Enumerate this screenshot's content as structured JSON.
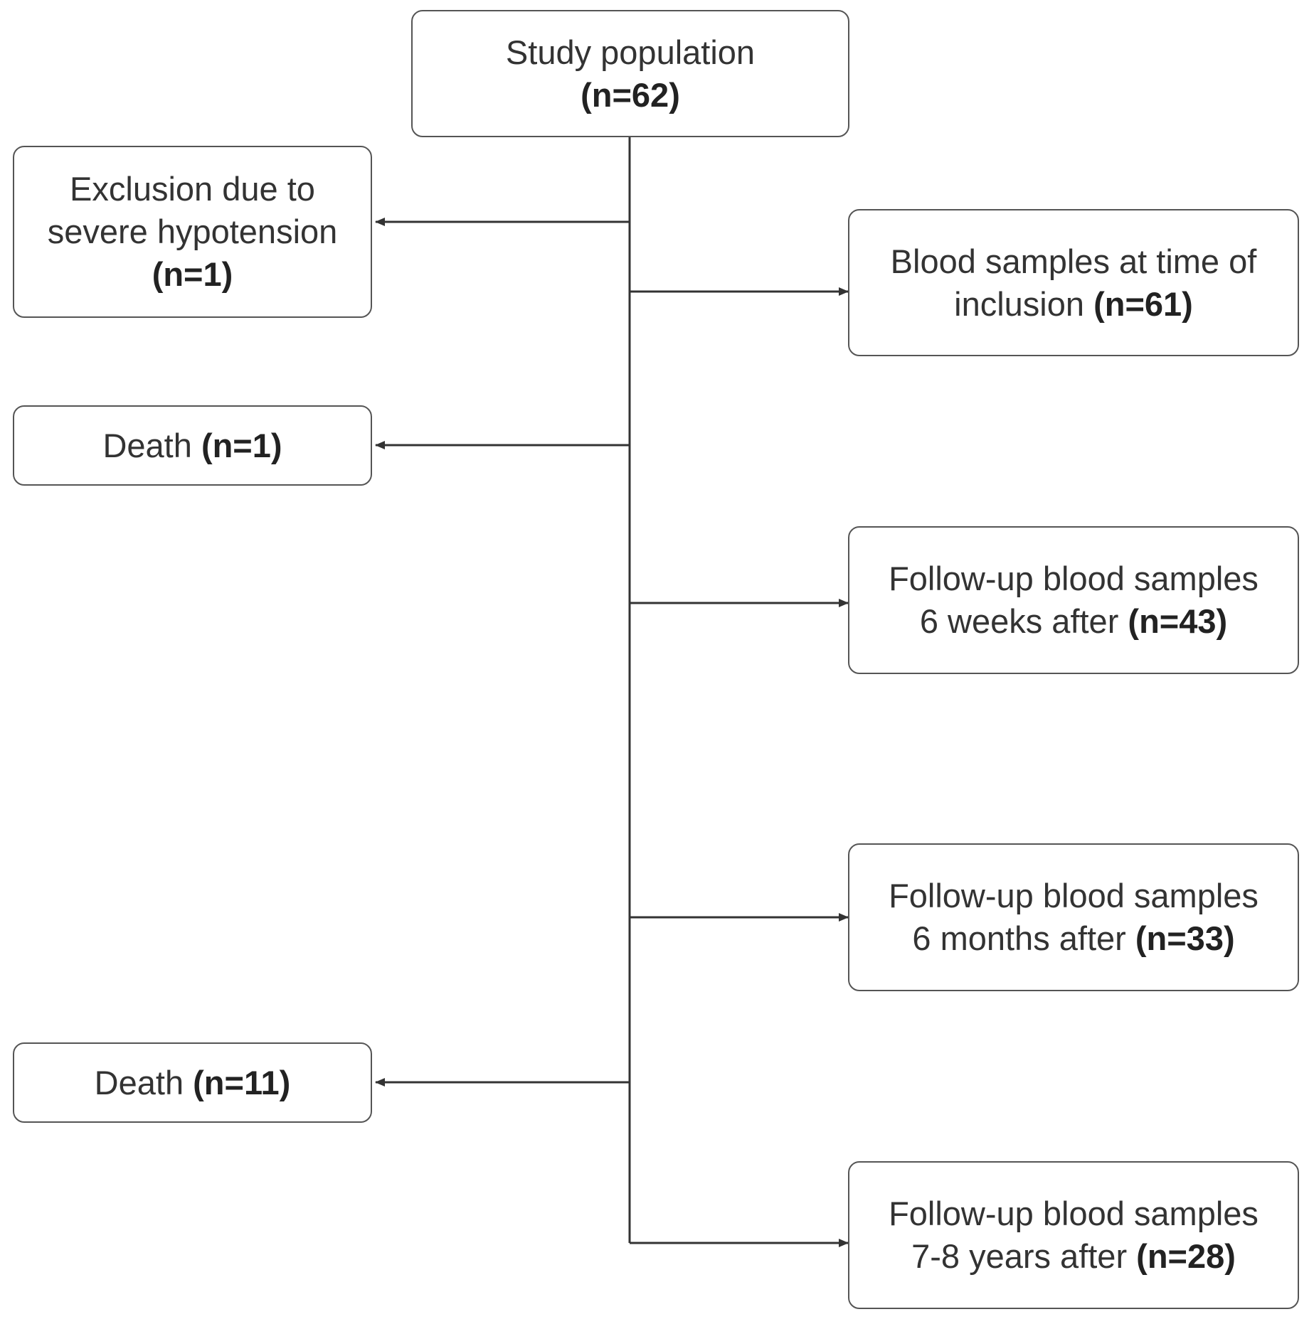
{
  "nodes": {
    "study_population": {
      "text": "Study population",
      "count": "(n=62)"
    },
    "exclusion": {
      "line1": "Exclusion due to",
      "line2": "severe hypotension",
      "count": "(n=1)"
    },
    "death_1": {
      "text": "Death ",
      "count": "(n=1)"
    },
    "death_2": {
      "text": "Death ",
      "count": "(n=11)"
    },
    "samples_inclusion": {
      "line1": "Blood samples at time of",
      "line2": "inclusion ",
      "count": "(n=61)"
    },
    "followup_6w": {
      "line1": "Follow-up blood samples",
      "line2": "6 weeks after ",
      "count": "(n=43)"
    },
    "followup_6m": {
      "line1": "Follow-up blood samples",
      "line2": "6 months after ",
      "count": "(n=33)"
    },
    "followup_7y": {
      "line1": "Follow-up blood samples",
      "line2": "7-8 years after ",
      "count": "(n=28)"
    }
  },
  "edges": [
    {
      "from": "study_population",
      "to": "exclusion"
    },
    {
      "from": "study_population",
      "to": "samples_inclusion"
    },
    {
      "from": "study_population",
      "to": "death_1"
    },
    {
      "from": "study_population",
      "to": "followup_6w"
    },
    {
      "from": "study_population",
      "to": "followup_6m"
    },
    {
      "from": "study_population",
      "to": "death_2"
    },
    {
      "from": "study_population",
      "to": "followup_7y"
    }
  ],
  "colors": {
    "line": "#333333",
    "border": "#555555",
    "text": "#333333"
  }
}
